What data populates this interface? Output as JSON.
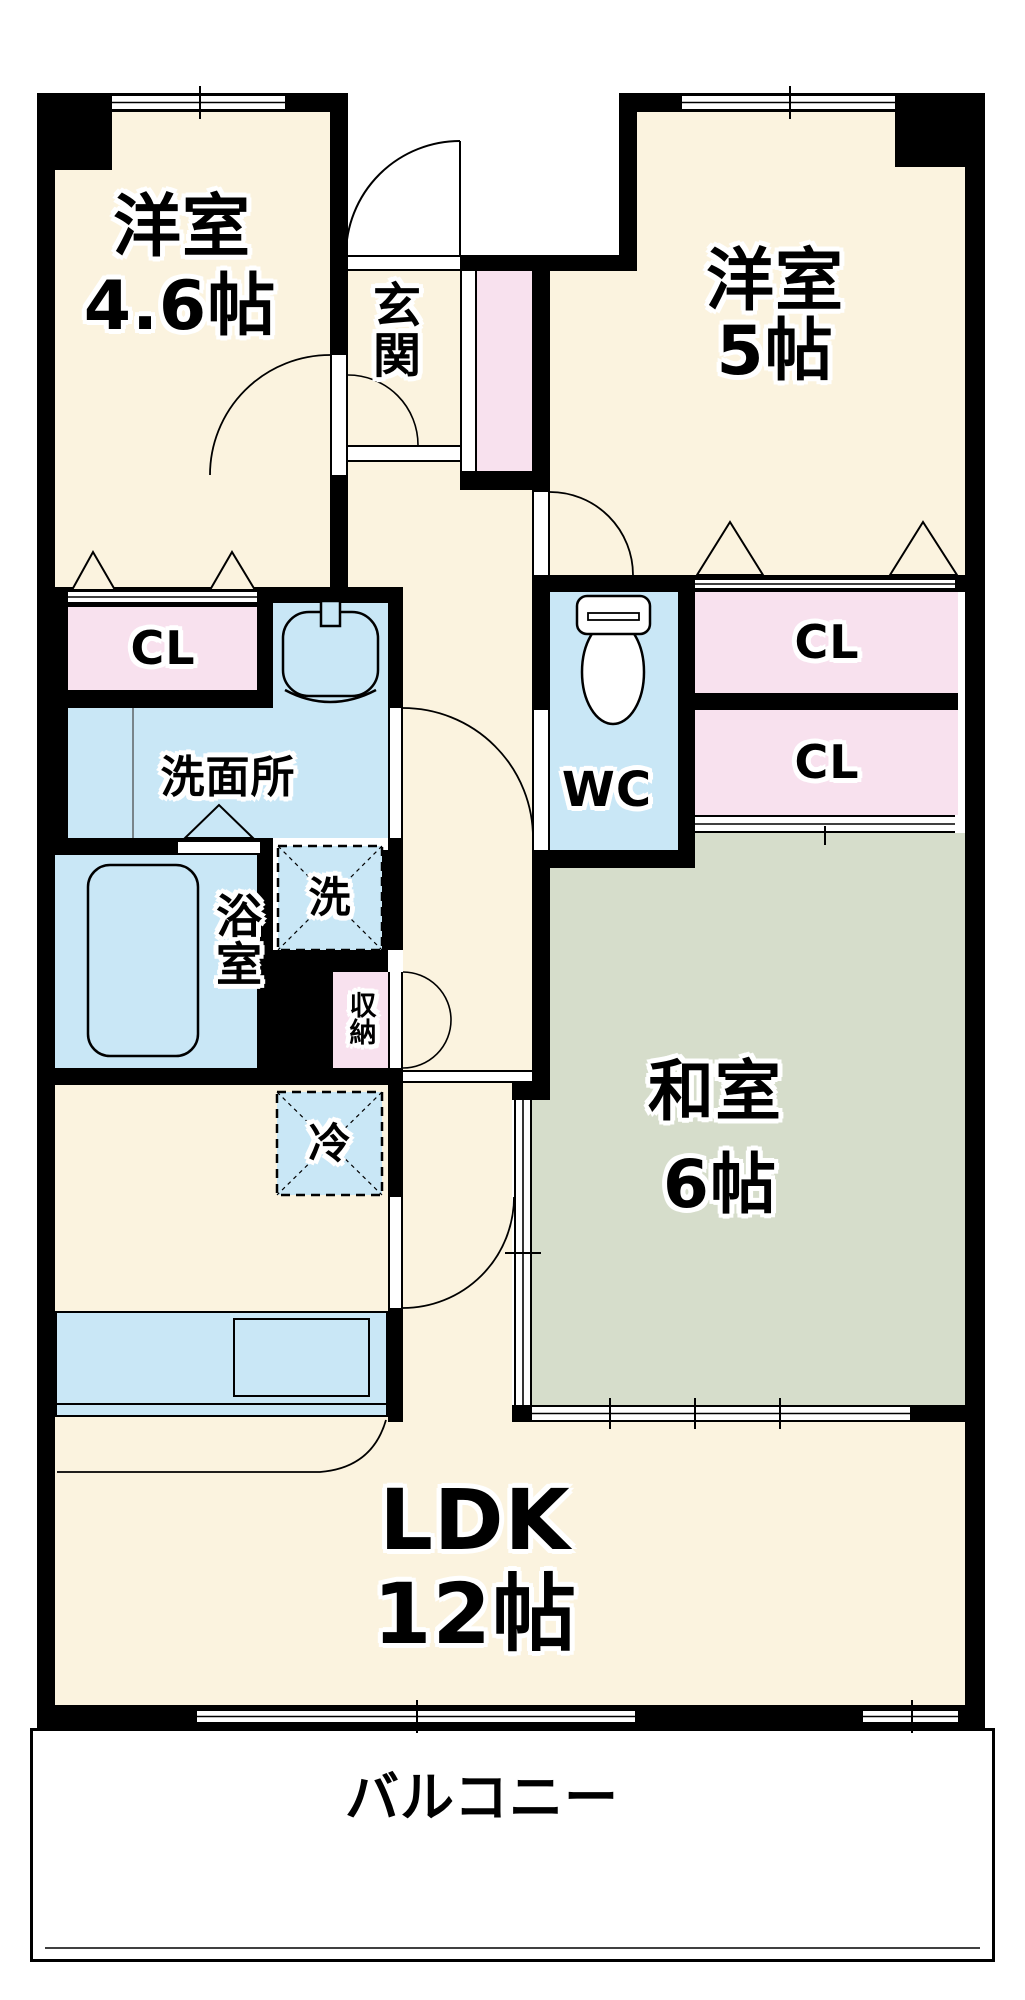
{
  "floorplan": {
    "colors": {
      "wall": "#000000",
      "room_cream": "#FBF3DF",
      "tatami_green": "#D6DDCB",
      "wet_blue": "#C9E7F6",
      "closet_pink": "#F8E1EE",
      "paper": "#FFFFFF"
    },
    "rooms": {
      "western1": {
        "label": "洋室",
        "size": "4.6帖"
      },
      "western2": {
        "label": "洋室",
        "size": "5帖"
      },
      "japanese": {
        "label": "和室",
        "size": "6帖"
      },
      "ldk": {
        "label": "LDK",
        "size": "12帖"
      },
      "entrance": {
        "label": "玄関"
      },
      "toilet": {
        "label": "WC"
      },
      "washroom": {
        "label": "洗面所"
      },
      "bathroom": {
        "label": "浴室"
      },
      "closet_a": {
        "label": "CL"
      },
      "closet_b": {
        "label": "CL"
      },
      "closet_c": {
        "label": "CL"
      },
      "storage": {
        "label": "収納"
      },
      "washer": {
        "label": "洗"
      },
      "fridge": {
        "label": "冷"
      },
      "balcony": {
        "label": "バルコニー"
      }
    }
  }
}
